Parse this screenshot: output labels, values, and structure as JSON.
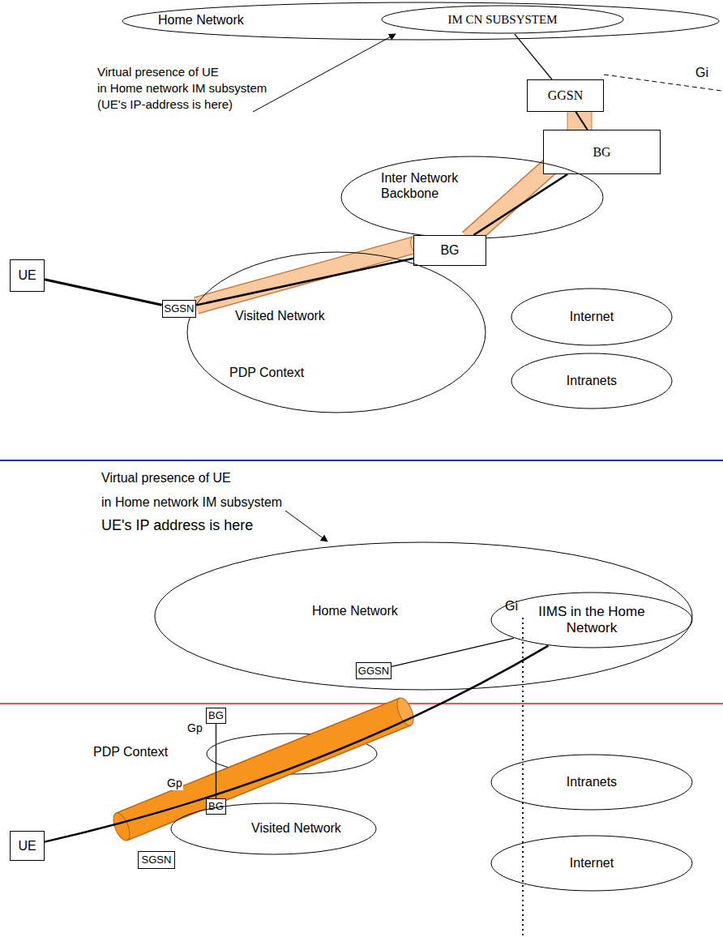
{
  "diagram": {
    "nodes": [
      {
        "text": [
          "Home Network"
        ]
      },
      {
        "text": [
          "IM CN SUBSYSTEM"
        ],
        "in": 0
      },
      {
        "text": [
          "GGSN"
        ]
      },
      {
        "text": [
          "BG"
        ]
      },
      {
        "text": [
          "Inter Network Backbone"
        ]
      },
      {
        "text": [
          "BG"
        ]
      },
      {
        "text": [
          "Visited Network"
        ]
      },
      {
        "text": [
          "SGSN"
        ]
      },
      {
        "text": [
          "UE"
        ]
      },
      {
        "text": [
          "Internet"
        ]
      },
      {
        "text": [
          "Intranets"
        ]
      },
      {
        "text": [
          "Home Network"
        ]
      },
      {
        "text": [
          "IIMS in the Home Network"
        ],
        "in": 11
      },
      {
        "text": [
          "GGSN"
        ]
      },
      {
        "text": [
          "BG"
        ]
      },
      {
        "text": [
          "BG"
        ]
      },
      {
        "text": [
          "Visited Network"
        ]
      },
      {
        "text": [
          "SGSN"
        ]
      },
      {
        "text": [
          "UE"
        ]
      },
      {
        "text": [
          "Intranets"
        ]
      },
      {
        "text": [
          "Internet"
        ]
      }
    ],
    "edges": [
      {
        "from": 8,
        "to": 7,
        "arrow": "none"
      },
      {
        "from": 1,
        "to": 2,
        "arrow": "none"
      },
      {
        "from": 2,
        "to": 3,
        "arrow": "none"
      },
      {
        "from": 7,
        "to": 5,
        "arrow": "none"
      },
      {
        "from": 5,
        "to": 3,
        "arrow": "none"
      },
      {
        "from": 13,
        "to": 12,
        "arrow": "none"
      },
      {
        "from": 14,
        "to": 15,
        "arrow": "none"
      },
      {
        "from": 18,
        "to": 12,
        "arrow": "none"
      }
    ],
    "labels": [
      "Virtual presence of UE",
      "in Home network IM subsystem",
      "(UE's IP-address is here)",
      "Gi",
      "PDP Context",
      "Virtual presence of UE",
      "in Home network IM subsystem",
      "UE's IP address is here",
      "Gi",
      "PDP Context",
      "Gp",
      "Gp"
    ]
  }
}
